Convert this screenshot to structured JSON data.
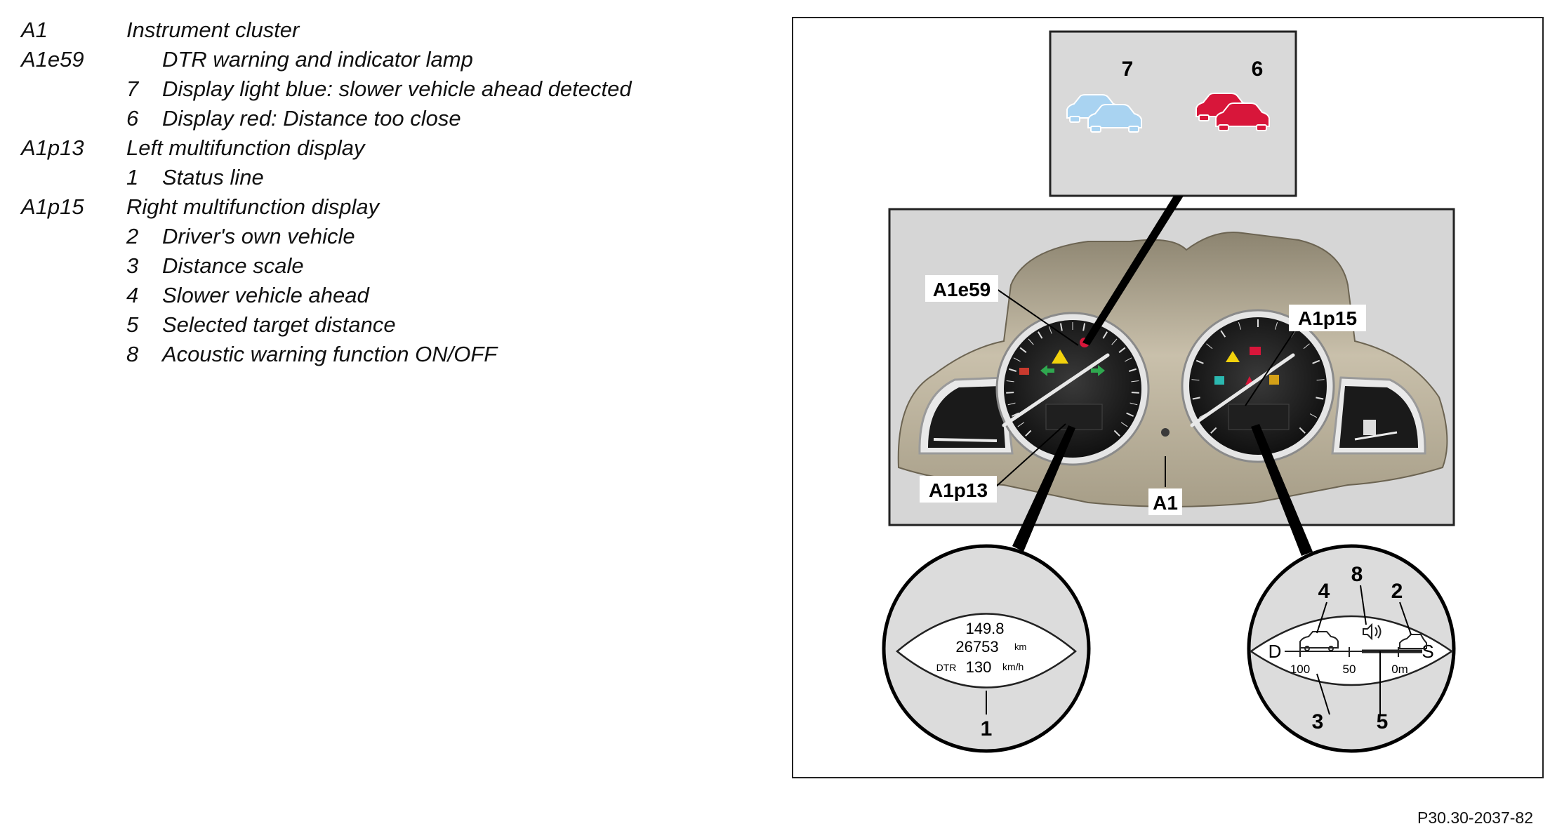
{
  "legend": [
    {
      "code": "A1",
      "num": "",
      "text": "Instrument cluster"
    },
    {
      "code": "A1e59",
      "num": "",
      "text": "DTR warning and indicator lamp"
    },
    {
      "code": "",
      "num": "7",
      "text": "Display light blue: slower vehicle ahead detected"
    },
    {
      "code": "",
      "num": "6",
      "text": "Display red: Distance too close"
    },
    {
      "code": "A1p13",
      "num": "",
      "text": "Left multifunction display"
    },
    {
      "code": "",
      "num": "1",
      "text": "Status line"
    },
    {
      "code": "A1p15",
      "num": "",
      "text": "Right multifunction display"
    },
    {
      "code": "",
      "num": "2",
      "text": "Driver's own vehicle"
    },
    {
      "code": "",
      "num": "3",
      "text": "Distance scale"
    },
    {
      "code": "",
      "num": "4",
      "text": "Slower vehicle ahead"
    },
    {
      "code": "",
      "num": "5",
      "text": "Selected target distance"
    },
    {
      "code": "",
      "num": "8",
      "text": "Acoustic warning function ON/OFF"
    }
  ],
  "figure": {
    "callouts": {
      "n7": "7",
      "n6": "6",
      "a1e59": "A1e59",
      "a1p15": "A1p15",
      "a1p13": "A1p13",
      "a1": "A1",
      "n1": "1",
      "n8": "8",
      "n2": "2",
      "n4": "4",
      "n3": "3",
      "n5": "5"
    },
    "left_display": {
      "line1": "149.8",
      "line2": "26753",
      "unit_km": "km",
      "dtr": "DTR",
      "speed": "130",
      "unit_kmh": "km/h"
    },
    "right_display": {
      "d": "D",
      "s": "S",
      "t100": "100",
      "t50": "50",
      "t0": "0m"
    },
    "colors": {
      "light_blue": "#a9d3f1",
      "red": "#d8163a",
      "cluster": "#b7ad98",
      "background_panel": "#d8d8d8"
    }
  },
  "figure_id": "P30.30-2037-82"
}
